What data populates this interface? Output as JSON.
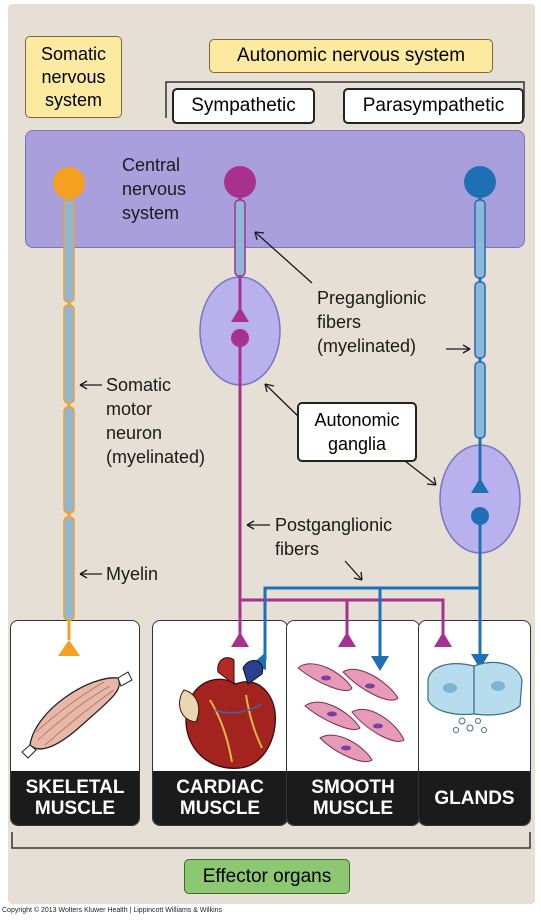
{
  "headers": {
    "somatic": "Somatic\nnervous\nsystem",
    "autonomic": "Autonomic nervous system",
    "sympathetic": "Sympathetic",
    "parasympathetic": "Parasympathetic"
  },
  "cns_label": "Central\nnervous\nsystem",
  "annotations": {
    "preganglionic": "Preganglionic\nfibers\n(myelinated)",
    "somatic_motor": "Somatic\nmotor\nneuron\n(myelinated)",
    "autonomic_ganglia": "Autonomic\nganglia",
    "postganglionic": "Postganglionic\nfibers",
    "myelin": "Myelin"
  },
  "organs": [
    {
      "label": "SKELETAL\nMUSCLE",
      "icon": "skeletal-muscle-icon"
    },
    {
      "label": "CARDIAC\nMUSCLE",
      "icon": "heart-icon"
    },
    {
      "label": "SMOOTH\nMUSCLE",
      "icon": "smooth-muscle-cells-icon"
    },
    {
      "label": "GLANDS",
      "icon": "gland-cells-icon"
    }
  ],
  "footer": "Effector organs",
  "copyright": "Copyright © 2013 Wolters Kluwer Health | Lippincott Williams & Wilkins",
  "colors": {
    "somatic": "#f5a01f",
    "sympathetic": "#a8318f",
    "parasympathetic": "#1f6fb5",
    "cns": "#a99fdc",
    "ganglion": "#b9b1ee",
    "myelin": "#8fb7d8"
  }
}
